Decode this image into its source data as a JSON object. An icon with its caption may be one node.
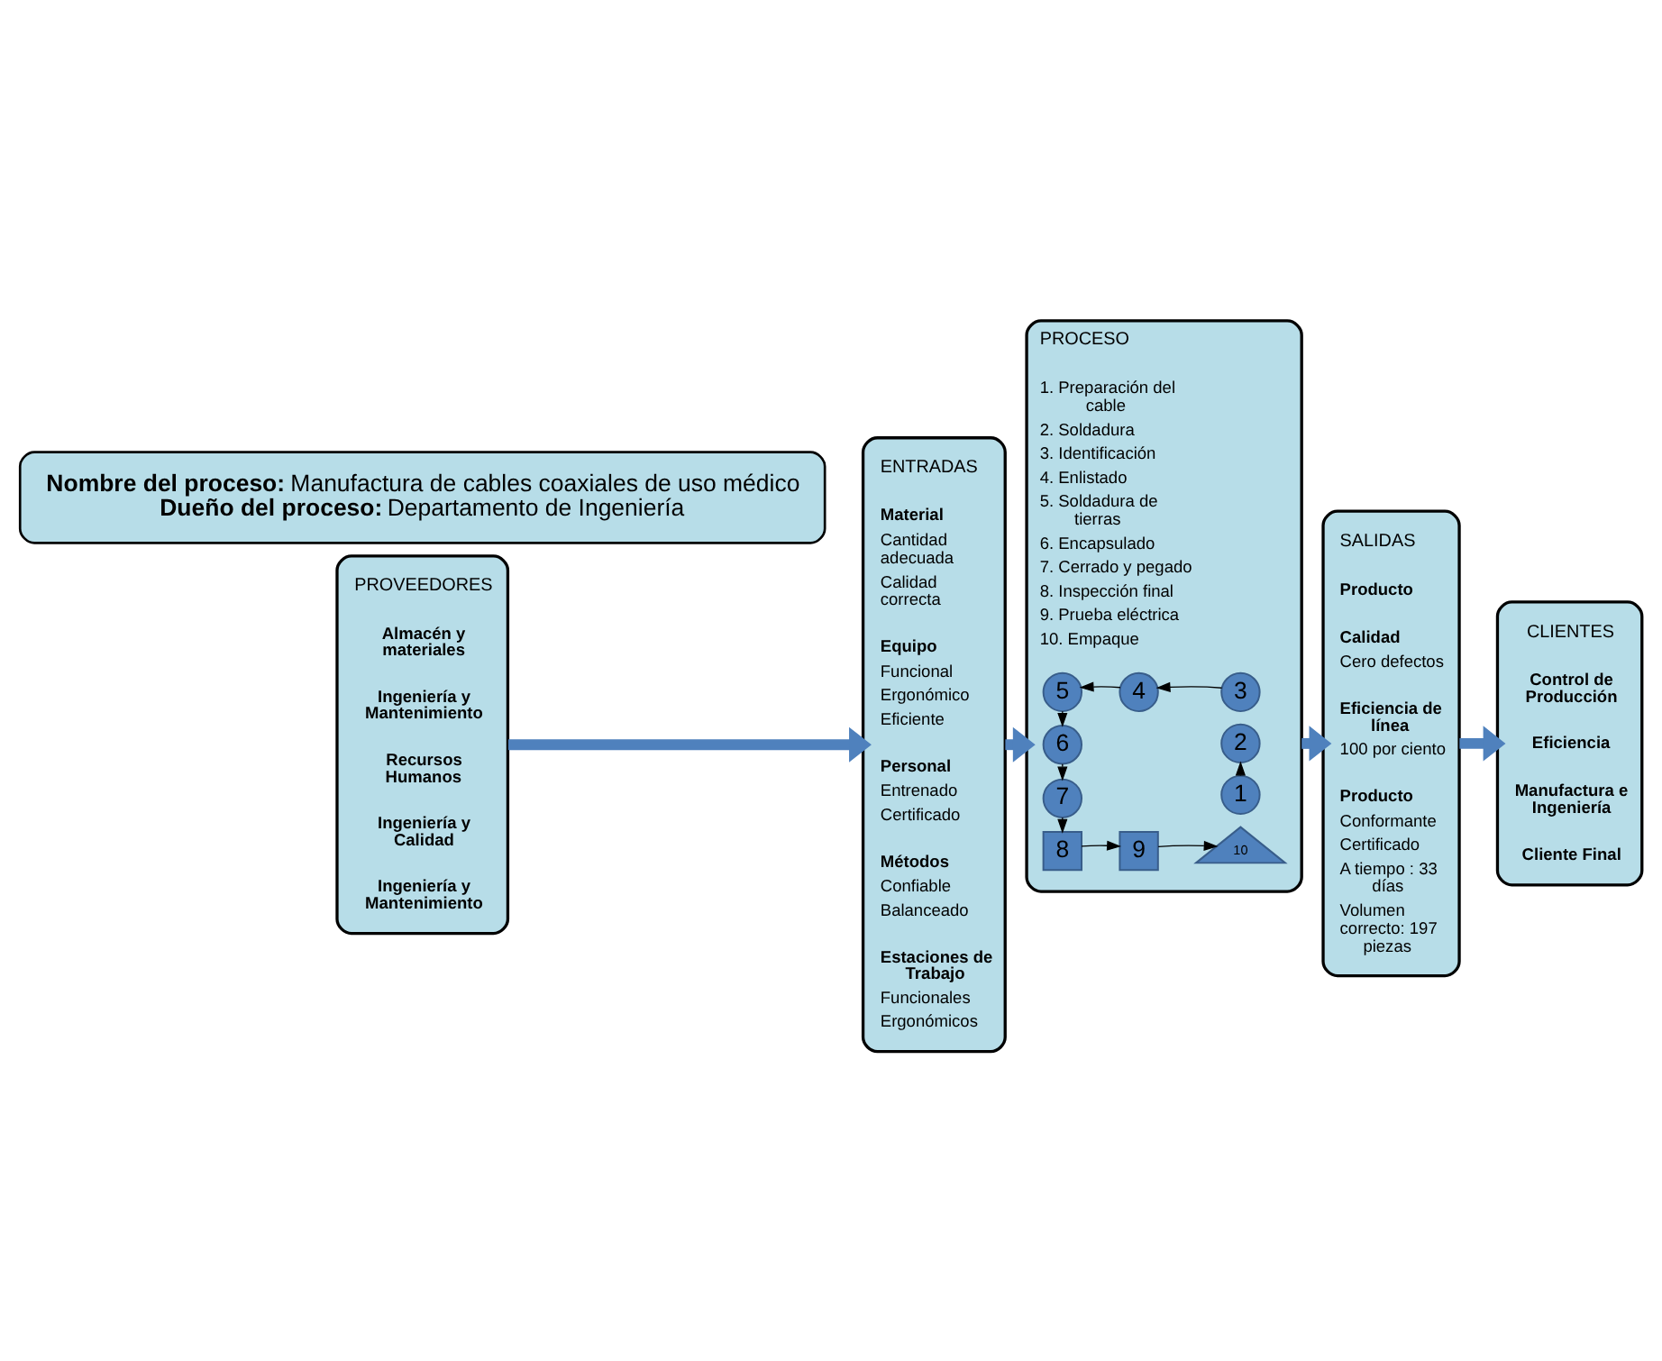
{
  "diagram": {
    "nodes": [
      {
        "text": [
          "**Nombre del proceso:** Manufactura de cables coaxiales de uso médico",
          "**Dueño del proceso:** Departamento de Ingeniería"
        ]
      },
      {
        "text": [
          "PROVEEDORES",
          "Almacén y materiales",
          "Ingeniería y Mantenimiento",
          "Recursos Humanos",
          "Ingeniería y Calidad",
          "Ingeniería y Mantenimiento"
        ]
      },
      {
        "text": [
          "ENTRADAS",
          "Material",
          "Cantidad adecuada",
          "Calidad correcta",
          "Equipo",
          "Funcional",
          "Ergonómico",
          "Eficiente",
          "Personal",
          "Entrenado",
          "Certificado",
          "Métodos",
          "Confiable",
          "Balanceado",
          "Estaciones de Trabajo",
          "Funcionales",
          "Ergonómicos"
        ]
      },
      {
        "text": [
          "PROCESO",
          "1. Preparación del cable",
          "2. Soldadura",
          "3. Identificación",
          "4. Enlistado",
          "5. Soldadura de tierras",
          "6. Encapsulado",
          "7. Cerrado y pegado",
          "8. Inspección final",
          "9. Prueba eléctrica",
          "10. Empaque"
        ]
      },
      {
        "text": [
          "5"
        ],
        "in": 3
      },
      {
        "text": [
          "4"
        ],
        "in": 3
      },
      {
        "text": [
          "3"
        ],
        "in": 3
      },
      {
        "text": [
          "6"
        ],
        "in": 3
      },
      {
        "text": [
          "2"
        ],
        "in": 3
      },
      {
        "text": [
          "7"
        ],
        "in": 3
      },
      {
        "text": [
          "1"
        ],
        "in": 3
      },
      {
        "text": [
          "8"
        ],
        "in": 3
      },
      {
        "text": [
          "9"
        ],
        "in": 3
      },
      {
        "text": [
          "10"
        ],
        "in": 3
      },
      {
        "text": [
          "SALIDAS",
          "Producto",
          "Calidad",
          "Cero defectos",
          "Eficiencia de línea",
          "100 por ciento",
          "Producto",
          "Conformante",
          "Certificado",
          "A tiempo : 33 días",
          "Volumen correcto: 197 piezas"
        ]
      },
      {
        "text": [
          "CLIENTES",
          "Control de Producción",
          "Eficiencia",
          "Manufactura e Ingeniería",
          "Cliente Final"
        ]
      }
    ],
    "edges": [
      {
        "from": 1,
        "to": 2,
        "arrow": "to",
        "style": "thick",
        "color": "#4f81bd"
      },
      {
        "from": 2,
        "to": 3,
        "arrow": "to",
        "style": "thick",
        "color": "#4f81bd"
      },
      {
        "from": 3,
        "to": 14,
        "arrow": "to",
        "style": "thick",
        "color": "#4f81bd"
      },
      {
        "from": 14,
        "to": 15,
        "arrow": "to",
        "style": "thick",
        "color": "#4f81bd"
      },
      {
        "from": 10,
        "to": 8,
        "arrow": "to"
      },
      {
        "from": 6,
        "to": 5,
        "arrow": "to"
      },
      {
        "from": 5,
        "to": 4,
        "arrow": "to"
      },
      {
        "from": 4,
        "to": 7,
        "arrow": "to"
      },
      {
        "from": 7,
        "to": 9,
        "arrow": "to"
      },
      {
        "from": 9,
        "to": 11,
        "arrow": "to"
      },
      {
        "from": 11,
        "to": 12,
        "arrow": "to"
      },
      {
        "from": 12,
        "to": 13,
        "arrow": "to"
      }
    ]
  }
}
